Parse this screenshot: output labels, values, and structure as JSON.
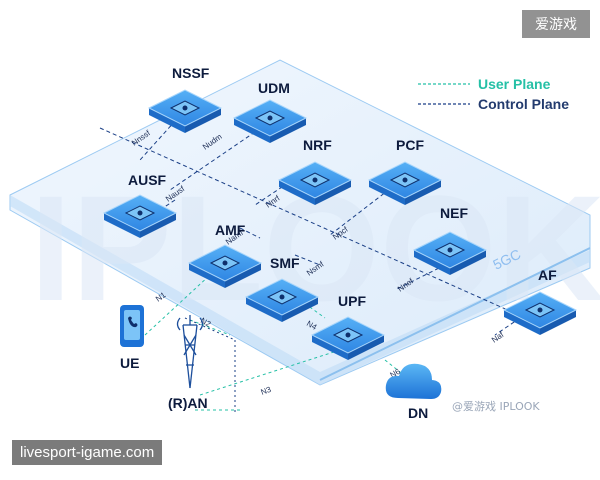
{
  "legend": {
    "user_plane": "User Plane",
    "control_plane": "Control Plane",
    "user_plane_color": "#25c0a6",
    "control_plane_color": "#1a3f86"
  },
  "platform_label": "5GC",
  "background_logo": "IPLOOK",
  "nodes": {
    "nssf": "NSSF",
    "udm": "UDM",
    "nrf": "NRF",
    "pcf": "PCF",
    "ausf": "AUSF",
    "nef": "NEF",
    "amf": "AMF",
    "smf": "SMF",
    "upf": "UPF",
    "af": "AF",
    "ue": "UE",
    "ran": "(R)AN",
    "dn": "DN"
  },
  "interfaces": {
    "nnssf": "Nnssf",
    "nudm": "Nudm",
    "nausf": "Nausf",
    "nnrf": "Nnrf",
    "npcf": "Npcf",
    "namf": "Namf",
    "nsmf": "Nsmf",
    "nnef": "Nnef",
    "naf": "Naf",
    "n1": "N1",
    "n2": "N2",
    "n3": "N3",
    "n4": "N4",
    "n6": "N6"
  },
  "watermarks": {
    "top_right": "爱游戏",
    "bottom_left": "livesport-igame.com",
    "bottom_logo": "@爱游戏 IPLOOK"
  },
  "colors": {
    "node_top": "#3d9cf0",
    "node_side": "#1e6cc8",
    "node_icon": "#0e2f6b",
    "platform": "#dcebfa",
    "platform_edge": "#8cc0ee",
    "label": "#0d1b3d"
  }
}
